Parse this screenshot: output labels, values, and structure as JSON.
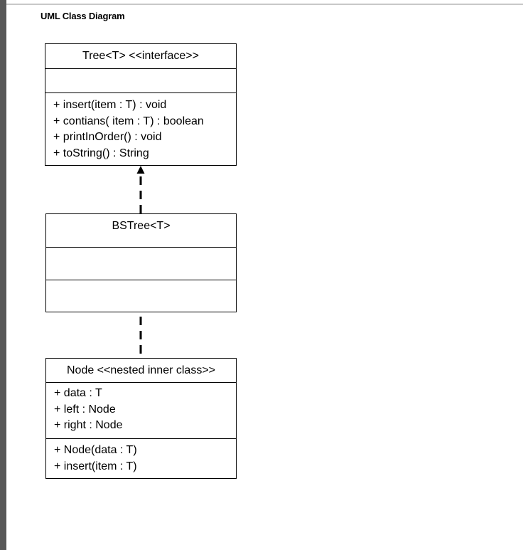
{
  "title": "UML Class Diagram",
  "classes": {
    "tree": {
      "name": "Tree<T> <<interface>>",
      "attributes": [],
      "operations": [
        "+ insert(item : T) : void",
        "+ contians( item : T) : boolean",
        "+ printInOrder() : void",
        "+ toString() : String"
      ]
    },
    "bstree": {
      "name": "BSTree<T>",
      "attributes": [],
      "operations": []
    },
    "node": {
      "name": "Node <<nested inner class>>",
      "attributes": [
        "+ data : T",
        "+ left : Node",
        "+ right : Node"
      ],
      "operations": [
        "+ Node(data : T)",
        "+ insert(item : T)"
      ]
    }
  },
  "relationships": [
    {
      "from": "bstree",
      "to": "tree",
      "type": "realization"
    },
    {
      "from": "node",
      "to": "bstree",
      "type": "dependency"
    }
  ]
}
